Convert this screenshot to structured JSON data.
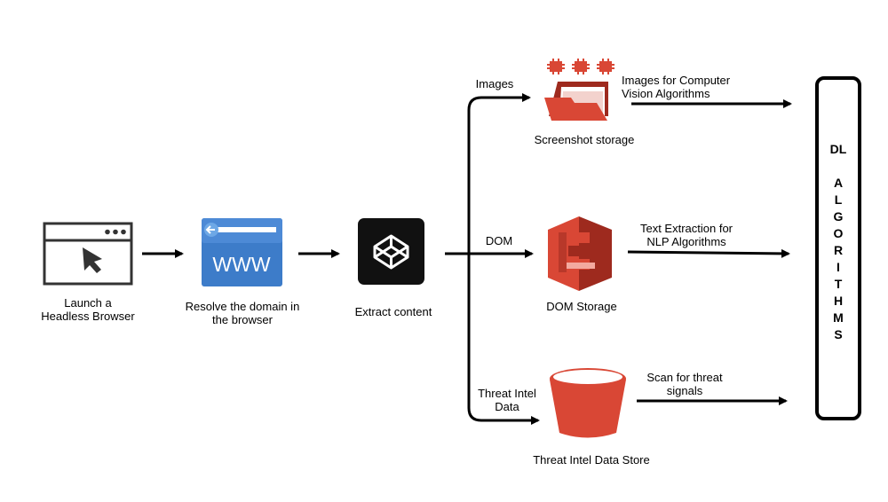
{
  "nodes": {
    "launch": {
      "label": "Launch a\nHeadless Browser",
      "icon": "browser-cursor-icon"
    },
    "resolve": {
      "label": "Resolve the domain in\nthe browser",
      "icon_text": "WWW",
      "icon": "www-icon"
    },
    "extract": {
      "label": "Extract content",
      "icon": "codepen-cube-icon"
    },
    "screenshot_storage": {
      "label": "Screenshot storage",
      "icon": "folder-chips-icon"
    },
    "dom_storage": {
      "label": "DOM Storage",
      "icon": "s3-bucket-icon"
    },
    "threat_store": {
      "label": "Threat Intel Data Store",
      "icon": "bucket-icon"
    },
    "dl": {
      "title": "DL",
      "letters": [
        "A",
        "L",
        "G",
        "O",
        "R",
        "I",
        "T",
        "H",
        "M",
        "S"
      ]
    }
  },
  "edges": {
    "images": "Images",
    "dom": "DOM",
    "threat_data": "Threat Intel\nData",
    "images_out": "Images for Computer\nVision Algorithms",
    "text_out": "Text Extraction for\nNLP Algorithms",
    "scan_out": "Scan for threat\nsignals"
  },
  "colors": {
    "aws_red": "#d94735",
    "aws_dark_red": "#9e2a1e",
    "www_blue": "#3d7cc9",
    "www_light": "#6ea8e6",
    "dark": "#111111"
  }
}
